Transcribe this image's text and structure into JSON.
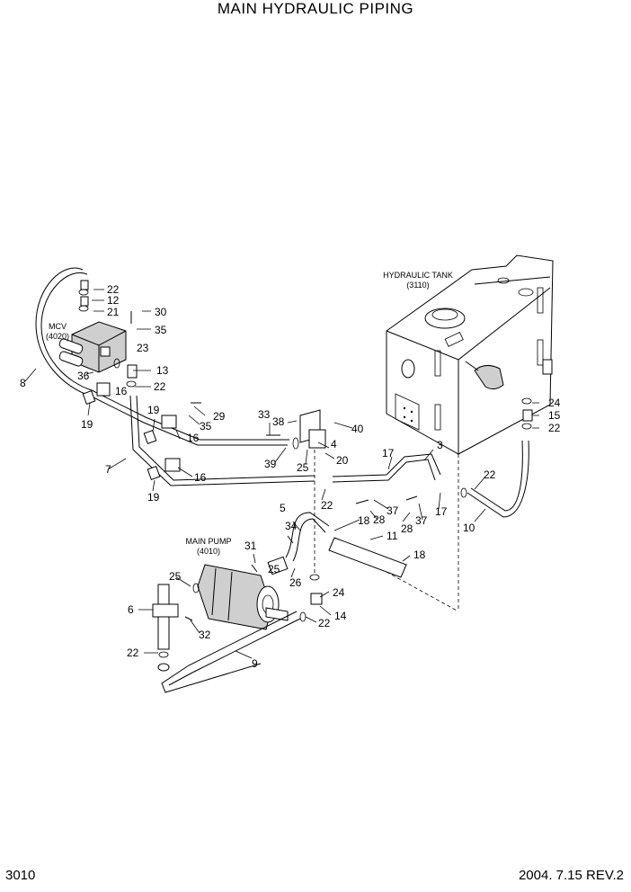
{
  "title": "MAIN HYDRAULIC PIPING",
  "page_number": "3010",
  "revision": "2004. 7.15  REV.2",
  "components": {
    "tank": [
      "HYDRAULIC TANK",
      "(3110)"
    ],
    "mcv": [
      "MCV",
      "(4020)"
    ],
    "pump": [
      "MAIN PUMP",
      "(4010)"
    ]
  },
  "callouts": {
    "c3": "3",
    "c4": "4",
    "c5": "5",
    "c6": "6",
    "c7": "7",
    "c8": "8",
    "c9": "9",
    "c10": "10",
    "c11": "11",
    "c12": "12",
    "c13": "13",
    "c14": "14",
    "c15": "15",
    "c16a": "16",
    "c16b": "16",
    "c16c": "16",
    "c17a": "17",
    "c17b": "17",
    "c18a": "18",
    "c18b": "18",
    "c19a": "19",
    "c19b": "19",
    "c19c": "19",
    "c20": "20",
    "c21": "21",
    "c22a": "22",
    "c22b": "22",
    "c22c": "22",
    "c22d": "22",
    "c22e": "22",
    "c22f": "22",
    "c22g": "22",
    "c23": "23",
    "c24a": "24",
    "c24b": "24",
    "c25a": "25",
    "c25b": "25",
    "c25c": "25",
    "c26": "26",
    "c28a": "28",
    "c28b": "28",
    "c29": "29",
    "c30": "30",
    "c31": "31",
    "c32": "32",
    "c33": "33",
    "c34": "34",
    "c35a": "35",
    "c35b": "35",
    "c36": "36",
    "c37a": "37",
    "c37b": "37",
    "c38": "38",
    "c39": "39",
    "c40": "40"
  }
}
